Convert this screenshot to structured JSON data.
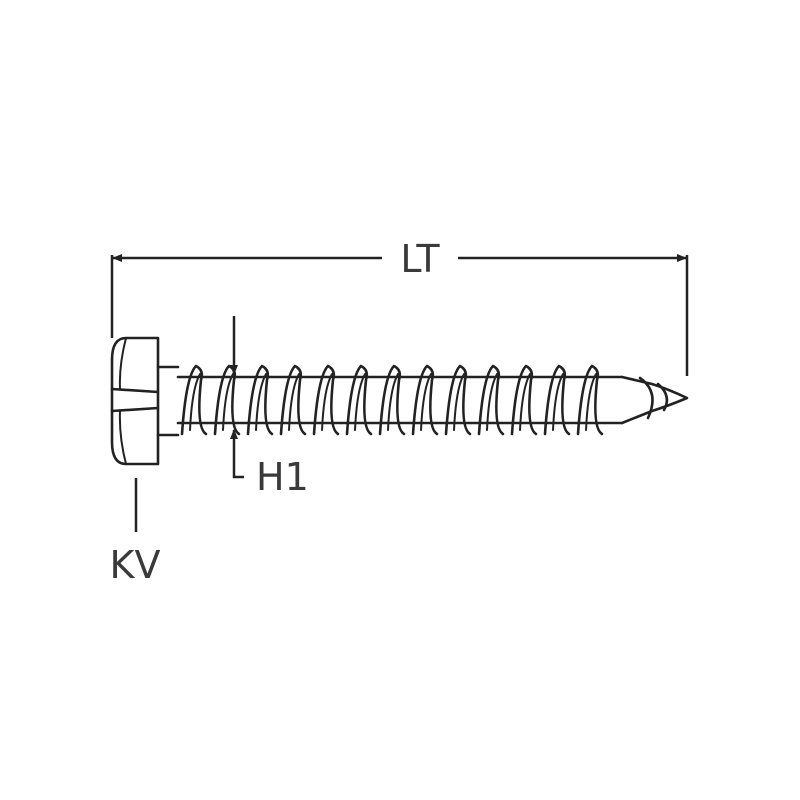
{
  "diagram": {
    "labels": {
      "overall_length": "LT",
      "thread_height": "H1",
      "head": "KV"
    },
    "colors": {
      "line": "#222222",
      "text": "#3a3a3a",
      "background": "#ffffff"
    },
    "thread_turns": 13
  }
}
